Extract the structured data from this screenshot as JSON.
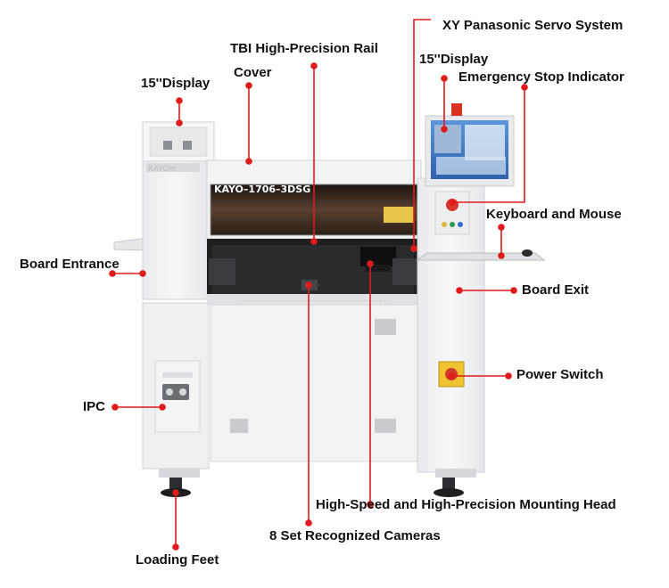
{
  "machine": {
    "model_label": "KAYO–1706–3DSG"
  },
  "callouts": {
    "xy_servo": "XY Panasonic Servo System",
    "rail": "TBI High-Precision Rail",
    "display_right": "15''Display",
    "display_left": "15''Display",
    "cover": "Cover",
    "emergency_stop": "Emergency Stop Indicator",
    "keyboard_mouse": "Keyboard and Mouse",
    "board_entrance": "Board Entrance",
    "board_exit": "Board Exit",
    "power_switch": "Power Switch",
    "ipc": "IPC",
    "mounting_head": "High-Speed and High-Precision Mounting Head",
    "cameras": "8 Set Recognized Cameras",
    "loading_feet": "Loading Feet"
  },
  "colors": {
    "callout": "#e01b1b",
    "machine_body": "#f1f2f4",
    "window_tint": "#3a2a1f",
    "screen_blue": "#3b78c8"
  }
}
